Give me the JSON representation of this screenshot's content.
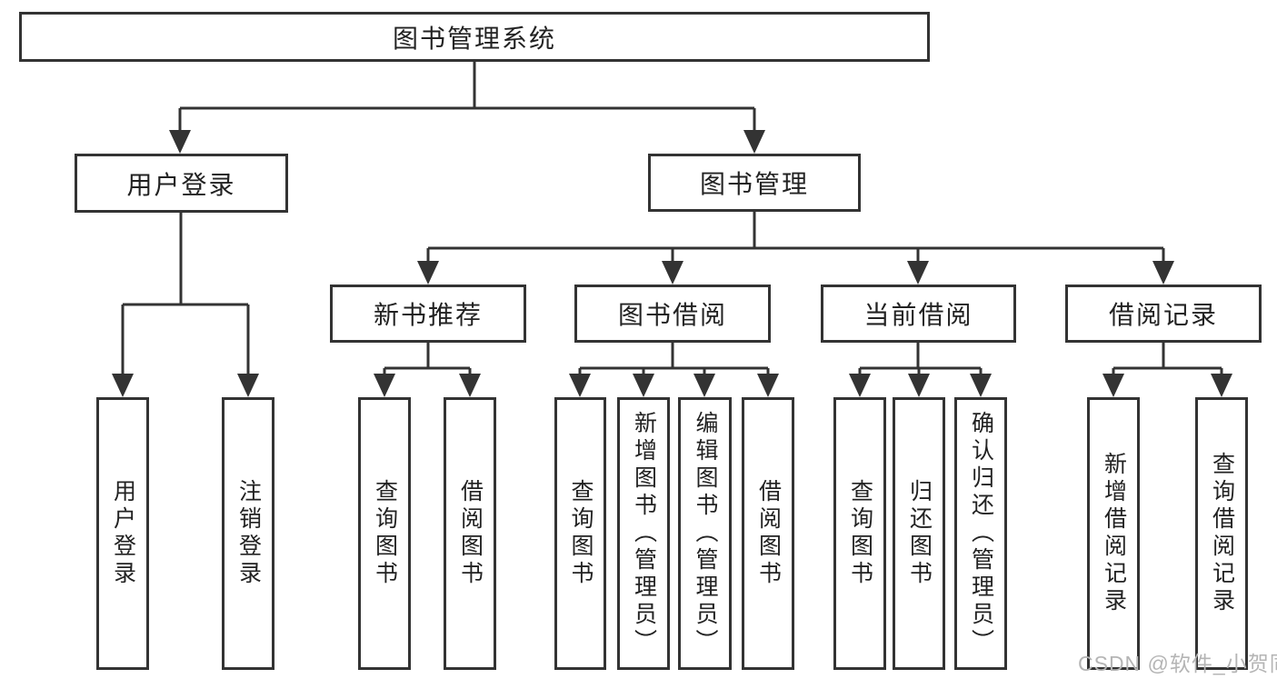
{
  "diagram": {
    "root": {
      "label": "图书管理系统"
    },
    "level1": [
      {
        "label": "用户登录"
      },
      {
        "label": "图书管理"
      }
    ],
    "level2": [
      {
        "label": "新书推荐"
      },
      {
        "label": "图书借阅"
      },
      {
        "label": "当前借阅"
      },
      {
        "label": "借阅记录"
      }
    ],
    "leaves": {
      "user_login": [
        {
          "label": "用户登录"
        },
        {
          "label": "注销登录"
        }
      ],
      "new_book": [
        {
          "label": "查询图书"
        },
        {
          "label": "借阅图书"
        }
      ],
      "book_borrow": [
        {
          "label": "查询图书"
        },
        {
          "label": "新增图书（管理员）"
        },
        {
          "label": "编辑图书（管理员）"
        },
        {
          "label": "借阅图书"
        }
      ],
      "current_borrow": [
        {
          "label": "查询图书"
        },
        {
          "label": "归还图书"
        },
        {
          "label": "确认归还（管理员）"
        }
      ],
      "borrow_records": [
        {
          "label": "新增借阅记录"
        },
        {
          "label": "查询借阅记录"
        }
      ]
    },
    "colors": {
      "line": "#333333",
      "text": "#222222",
      "watermark": "#b5b5b5",
      "background": "#ffffff"
    }
  },
  "watermark": {
    "text": "CSDN @软件_小贺同学"
  }
}
